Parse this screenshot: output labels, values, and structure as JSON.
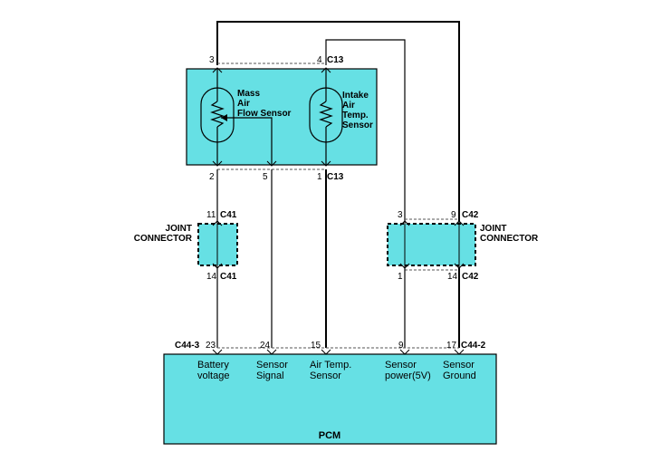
{
  "components": {
    "maf_sensor_lines": [
      "Mass",
      "Air",
      "Flow  Sensor"
    ],
    "iat_sensor_lines": [
      "Intake",
      "Air",
      "Temp.",
      "Sensor"
    ],
    "joint_connector_left_lines": [
      "JOINT",
      "CONNECTOR"
    ],
    "joint_connector_right_lines": [
      "JOINT",
      "CONNECTOR"
    ],
    "pcm": "PCM"
  },
  "connectors": {
    "sensor_top": "C13",
    "sensor_bottom": "C13",
    "joint_left_top": "C41",
    "joint_left_bottom": "C41",
    "joint_right_top": "C42",
    "joint_right_bottom": "C42",
    "pcm_left": "C44-3",
    "pcm_right": "C44-2"
  },
  "pins": {
    "sensor_top_3": "3",
    "sensor_top_4": "4",
    "sensor_bottom_2": "2",
    "sensor_bottom_5": "5",
    "sensor_bottom_1": "1",
    "joint_left_top_11": "11",
    "joint_left_bottom_14": "14",
    "joint_right_top_3": "3",
    "joint_right_top_9": "9",
    "joint_right_bottom_1": "1",
    "joint_right_bottom_14": "14",
    "pcm_23": "23",
    "pcm_24": "24",
    "pcm_15": "15",
    "pcm_9": "9",
    "pcm_17": "17"
  },
  "pcm_terminals": [
    {
      "lines": [
        "Battery",
        "voltage"
      ]
    },
    {
      "lines": [
        "Sensor",
        "Signal"
      ]
    },
    {
      "lines": [
        "Air Temp.",
        "Sensor"
      ]
    },
    {
      "lines": [
        "Sensor",
        "power(5V)"
      ]
    },
    {
      "lines": [
        "Sensor",
        "Ground"
      ]
    }
  ],
  "colors": {
    "component_fill": "#66e0e4",
    "wire": "#000000"
  }
}
